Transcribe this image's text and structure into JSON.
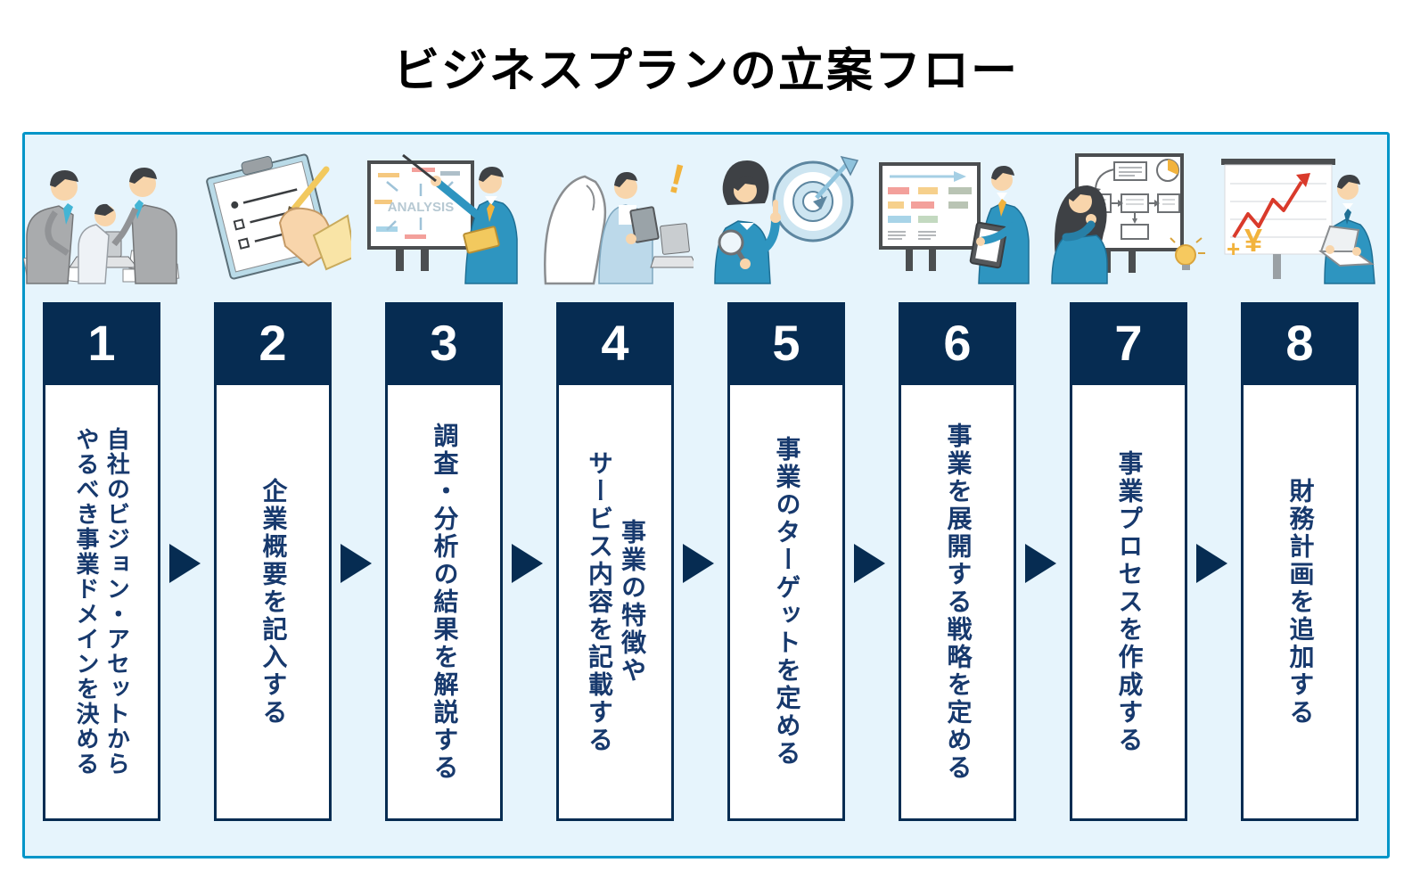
{
  "title": "ビジネスプランの立案フロー",
  "colors": {
    "navy": "#062c52",
    "step_text": "#17396d",
    "panel_background": "#e6f4fc",
    "panel_border": "#0095c8",
    "box_background": "#ffffff",
    "suit_blue": "#2e95c0",
    "accent_yellow": "#f2b33d",
    "chart_red": "#d93a2b"
  },
  "steps": [
    {
      "number": "1",
      "lines": [
        "自社のビジョン・アセットから",
        "やるべき事業ドメインを決める"
      ],
      "illustration": "team-reviewing-documents"
    },
    {
      "number": "2",
      "lines": [
        "企業概要を記入する"
      ],
      "illustration": "hand-writing-on-clipboard"
    },
    {
      "number": "3",
      "lines": [
        "調査・分析の結果を解説する"
      ],
      "illustration": "presenter-analysis-whiteboard"
    },
    {
      "number": "4",
      "lines": [
        "事業の特徴や",
        "サービス内容を記載する"
      ],
      "illustration": "two-people-discussing-tablet"
    },
    {
      "number": "5",
      "lines": [
        "事業のターゲットを定める"
      ],
      "illustration": "woman-magnifier-target"
    },
    {
      "number": "6",
      "lines": [
        "事業を展開する戦略を定める"
      ],
      "illustration": "presenter-strategy-board"
    },
    {
      "number": "7",
      "lines": [
        "事業プロセスを作成する"
      ],
      "illustration": "woman-thinking-flowchart"
    },
    {
      "number": "8",
      "lines": [
        "財務計画を追加する"
      ],
      "illustration": "man-laptop-growth-chart"
    }
  ],
  "illustration_texts": {
    "analysis_board": "ANALYSIS",
    "exclamation": "!",
    "plus_symbol": "+",
    "yen_symbol": "¥"
  }
}
